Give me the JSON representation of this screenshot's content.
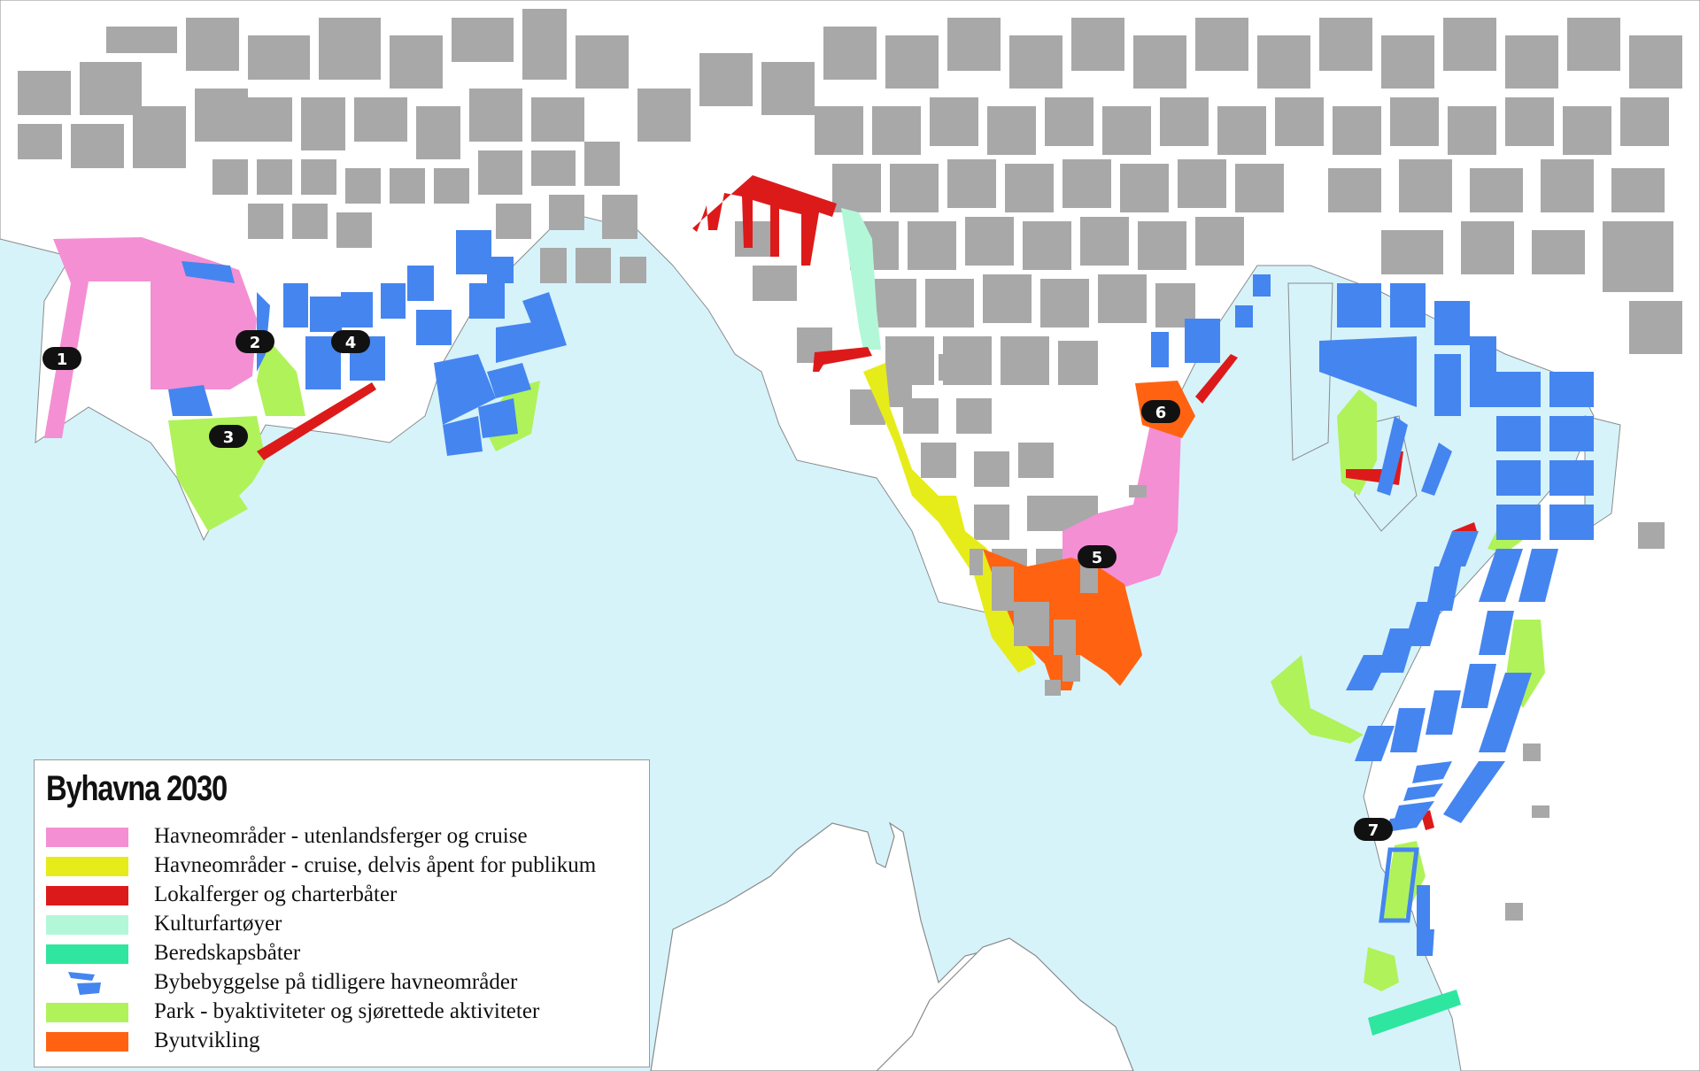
{
  "legend": {
    "title": "Byhavna 2030",
    "items": [
      {
        "label": "Havneområder - utenlandsferger og cruise",
        "color": "#f48fd4"
      },
      {
        "label": "Havneområder - cruise, delvis åpent for publikum",
        "color": "#e6ec1a"
      },
      {
        "label": "Lokalferger og charterbåter",
        "color": "#dd1a1a"
      },
      {
        "label": "Kulturfartøyer",
        "color": "#b3f7d9"
      },
      {
        "label": "Beredskapsbåter",
        "color": "#2fe6a0"
      },
      {
        "label": "Bybebyggelse på tidligere havneområder",
        "color": "#4585f0"
      },
      {
        "label": "Park - byaktiviteter og sjørettede aktiviteter",
        "color": "#b0f25a"
      },
      {
        "label": "Byutvikling",
        "color": "#ff6312"
      }
    ]
  },
  "markers": [
    "1",
    "2",
    "3",
    "4",
    "5",
    "6",
    "7"
  ],
  "colors": {
    "water": "#d6f3fa",
    "land": "#ffffff",
    "buildings": "#a8a8a8",
    "marker_bg": "#111111",
    "marker_text": "#ffffff"
  }
}
